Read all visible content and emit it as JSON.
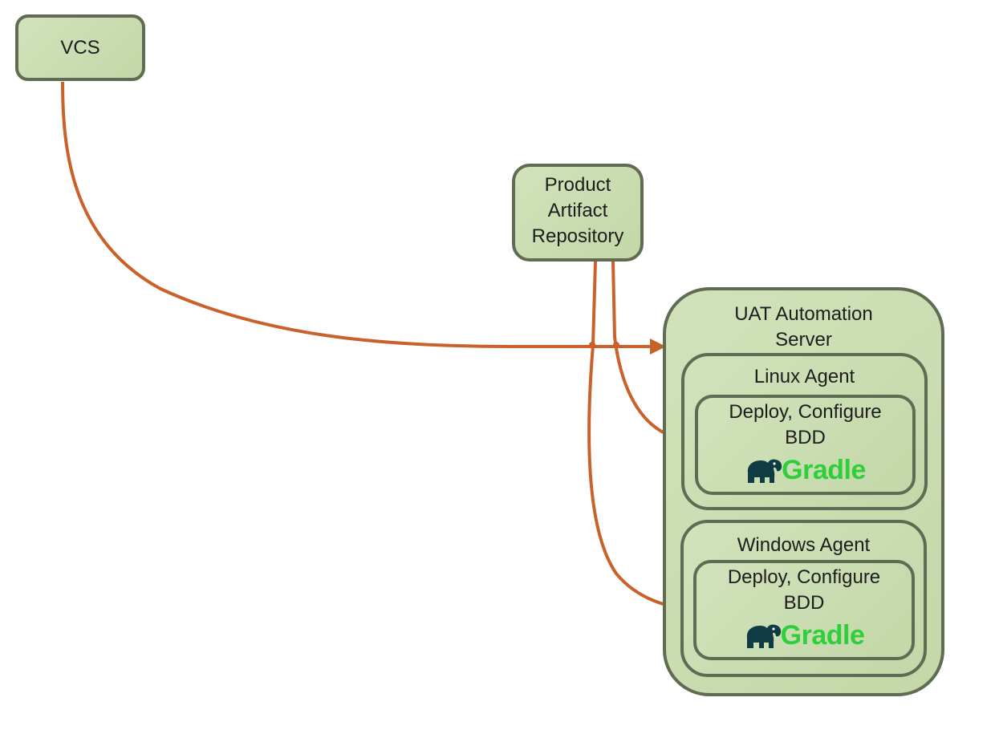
{
  "nodes": {
    "vcs": {
      "label": "VCS"
    },
    "repository": {
      "lines": [
        "Product",
        "Artifact",
        "Repository"
      ]
    },
    "server": {
      "lines": [
        "UAT Automation",
        "Server"
      ]
    },
    "linux_agent": {
      "label": "Linux Agent",
      "task": {
        "lines": [
          "Deploy, Configure",
          "BDD"
        ],
        "logo_text": "Gradle"
      }
    },
    "windows_agent": {
      "label": "Windows Agent",
      "task": {
        "lines": [
          "Deploy, Configure",
          "BDD"
        ],
        "logo_text": "Gradle"
      }
    }
  },
  "edges": [
    {
      "from": "VCS",
      "to": "UAT Automation Server"
    },
    {
      "from": "Product Artifact Repository",
      "to": "Linux Agent"
    },
    {
      "from": "Product Artifact Repository",
      "to": "Windows Agent"
    }
  ],
  "colors": {
    "node_fill": "#c9dcb1",
    "node_border": "#5f6b53",
    "connector": "#c9622a",
    "gradle_green": "#2ecf3a",
    "gradle_elephant": "#0f3b44"
  },
  "icons": {
    "gradle": "gradle-elephant-icon"
  }
}
